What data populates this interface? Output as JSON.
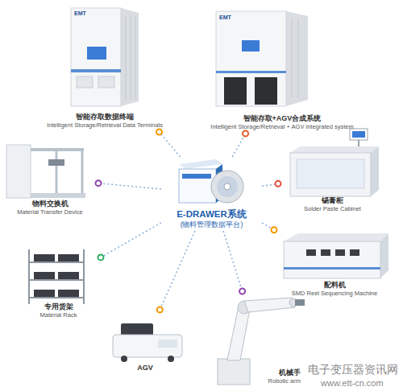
{
  "diagram": {
    "nodes": [
      {
        "text": [
          "E-DRAWER系统",
          "(物料管理数据平台)"
        ]
      },
      {
        "text": [
          "智能存取数据终端",
          "Intelligent Storage/Retrieval Data Terminals"
        ]
      },
      {
        "text": [
          "智能存取+AGV合成系统",
          "Intelligent Storage/Retrieval + AGV integrated system"
        ]
      },
      {
        "text": [
          "物料交换机",
          "Material Transfer Device"
        ]
      },
      {
        "text": [
          "锡膏柜",
          "Solder Paste Cabinet"
        ]
      },
      {
        "text": [
          "配料机",
          "SMD Reel Sequencing Machine"
        ]
      },
      {
        "text": [
          "专用货架",
          "Material Rack"
        ]
      },
      {
        "text": [
          "AGV"
        ]
      },
      {
        "text": [
          "机械手",
          "Robotic arm"
        ]
      }
    ],
    "edges": [
      {
        "from": 0,
        "to": 1,
        "arrow": "none"
      },
      {
        "from": 0,
        "to": 2,
        "arrow": "none"
      },
      {
        "from": 0,
        "to": 3,
        "arrow": "none"
      },
      {
        "from": 0,
        "to": 4,
        "arrow": "none"
      },
      {
        "from": 0,
        "to": 5,
        "arrow": "none"
      },
      {
        "from": 0,
        "to": 6,
        "arrow": "none"
      },
      {
        "from": 0,
        "to": 7,
        "arrow": "none"
      },
      {
        "from": 0,
        "to": 8,
        "arrow": "none"
      }
    ],
    "labels": [
      "EMT",
      "EMT",
      "电子变压器资讯网",
      "www.ett-cn.com"
    ]
  }
}
